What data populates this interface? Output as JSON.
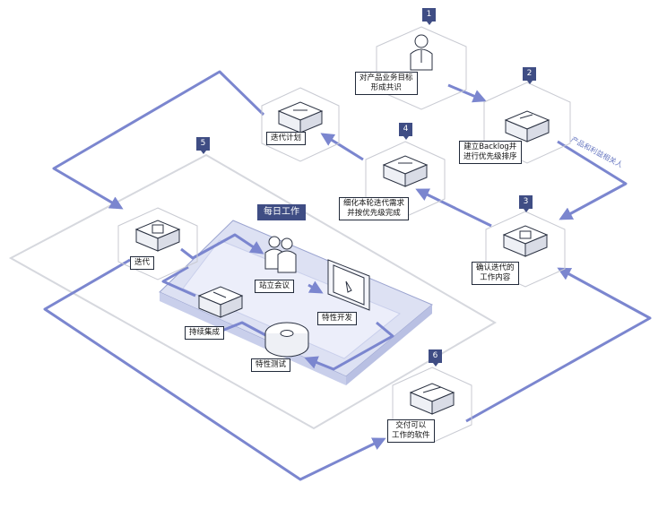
{
  "steps": [
    {
      "number": "1",
      "label": "对产品业务目标\n形成共识"
    },
    {
      "number": "2",
      "label": "建立Backlog并\n进行优先级排序"
    },
    {
      "number": "3",
      "label": "确认迭代的\n工作内容"
    },
    {
      "number": "4",
      "label": "细化本轮迭代需求\n并按优先级完成"
    },
    {
      "number": "5",
      "label": ""
    },
    {
      "number": "6",
      "label": "交付可以\n工作的软件"
    }
  ],
  "iteration_plan_label": "迭代计划",
  "iteration_label": "迭代",
  "daily_work": {
    "title": "每日工作",
    "standup": "站立会议",
    "feature_dev": "特性开发",
    "feature_test": "特性测试",
    "continuous_integration": "持续集成"
  },
  "stakeholders_note": "产品和利益相关人",
  "colors": {
    "flow_line": "#7b86cf",
    "badge": "#3f4d84",
    "platform": "#e4e7f5",
    "box_outline": "#2b3242"
  }
}
